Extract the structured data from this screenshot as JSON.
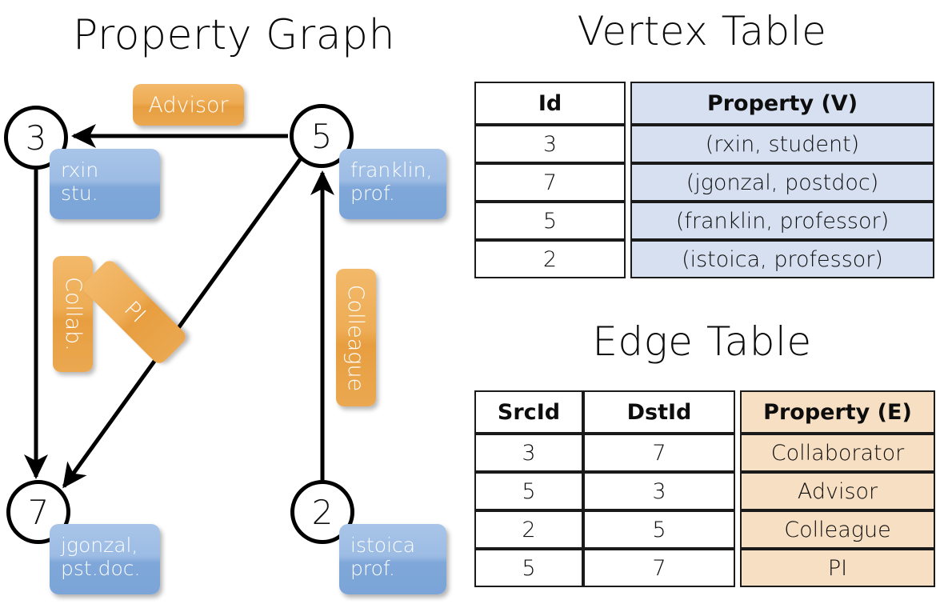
{
  "titles": {
    "property_graph": "Property Graph",
    "vertex_table": "Vertex Table",
    "edge_table": "Edge Table"
  },
  "graph": {
    "nodes": [
      {
        "id": "3",
        "name": "rxin",
        "role": "stu.",
        "box_line1": "rxin",
        "box_line2": "stu."
      },
      {
        "id": "5",
        "name": "franklin",
        "role": "prof.",
        "box_line1": "franklin,",
        "box_line2": "prof."
      },
      {
        "id": "7",
        "name": "jgonzal",
        "role": "pst.doc.",
        "box_line1": "jgonzal,",
        "box_line2": "pst.doc."
      },
      {
        "id": "2",
        "name": "istoica",
        "role": "prof.",
        "box_line1": "istoica",
        "box_line2": "prof."
      }
    ],
    "edge_labels": [
      {
        "key": "advisor",
        "label": "Advisor"
      },
      {
        "key": "collab",
        "label": "Collab."
      },
      {
        "key": "pi",
        "label": "PI"
      },
      {
        "key": "colleague",
        "label": "Colleague"
      }
    ],
    "edges": [
      {
        "from": "5",
        "to": "3",
        "label": "Advisor"
      },
      {
        "from": "3",
        "to": "7",
        "label": "Collab."
      },
      {
        "from": "5",
        "to": "7",
        "label": "PI"
      },
      {
        "from": "2",
        "to": "5",
        "label": "Colleague"
      }
    ]
  },
  "vertex_table": {
    "headers": [
      "Id",
      "Property (V)"
    ],
    "rows": [
      {
        "id": "3",
        "property": "(rxin, student)"
      },
      {
        "id": "7",
        "property": "(jgonzal, postdoc)"
      },
      {
        "id": "5",
        "property": "(franklin, professor)"
      },
      {
        "id": "2",
        "property": "(istoica, professor)"
      }
    ]
  },
  "edge_table": {
    "headers": [
      "SrcId",
      "DstId",
      "Property (E)"
    ],
    "rows": [
      {
        "src": "3",
        "dst": "7",
        "property": "Collaborator"
      },
      {
        "src": "5",
        "dst": "3",
        "property": "Advisor"
      },
      {
        "src": "2",
        "dst": "5",
        "property": "Colleague"
      },
      {
        "src": "5",
        "dst": "7",
        "property": "PI"
      }
    ]
  },
  "colors": {
    "node_blue_box": "#8fb4e3",
    "edge_orange_box": "#eeab57",
    "vertex_cell": "#d6e0f1",
    "edge_cell": "#f7dfc3",
    "stroke": "#000000",
    "background": "#ffffff"
  }
}
